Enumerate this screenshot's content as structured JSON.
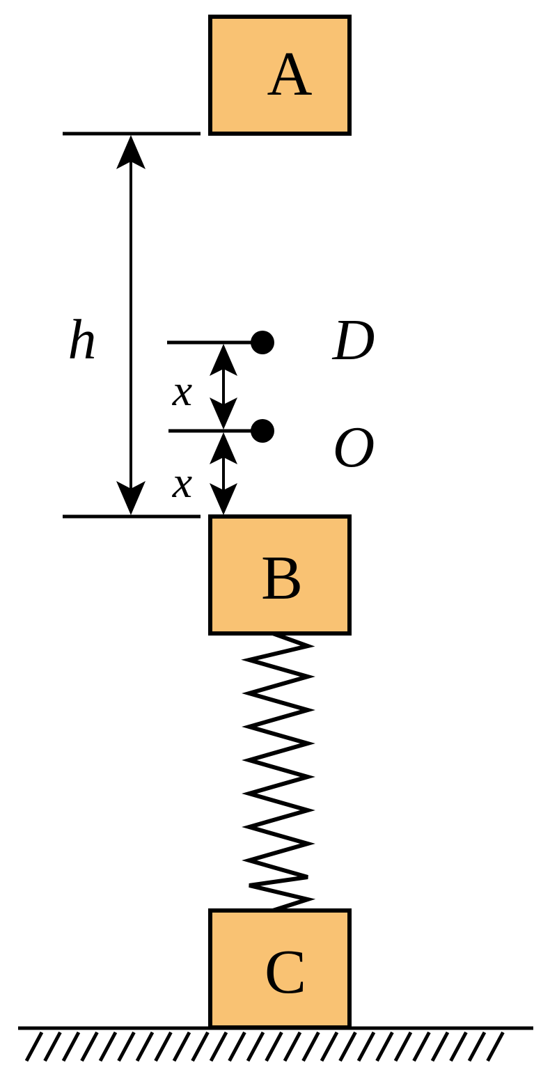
{
  "blocks": {
    "A": "A",
    "B": "B",
    "C": "C"
  },
  "labels": {
    "h": "h",
    "x_upper": "x",
    "x_lower": "x",
    "D": "D",
    "O": "O"
  },
  "colors": {
    "block_fill": "#f9c273",
    "line": "#000000",
    "background": "#ffffff"
  }
}
